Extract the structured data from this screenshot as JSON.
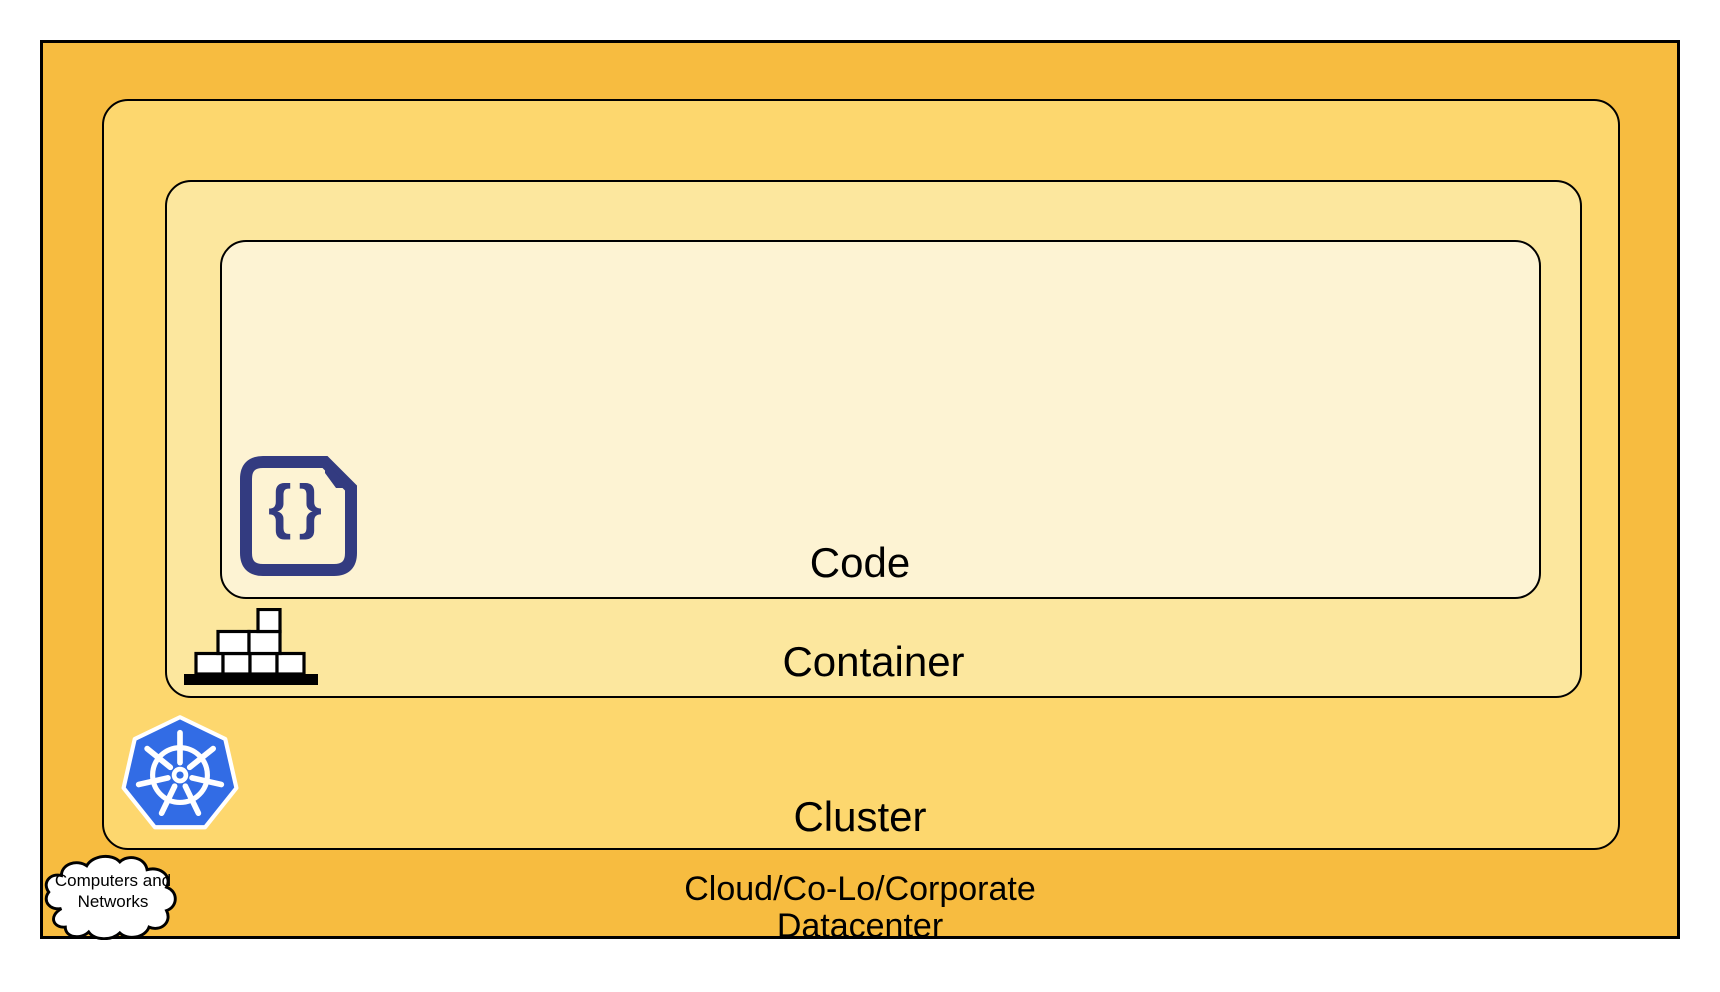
{
  "diagram": {
    "description": "Nested layers diagram",
    "layers": {
      "code": {
        "label": "Code",
        "fill": "#FDF3D3"
      },
      "container": {
        "label": "Container",
        "fill": "#FCE79E"
      },
      "cluster": {
        "label": "Cluster",
        "fill": "#FDD76E"
      },
      "datacenter": {
        "label_line1": "Cloud/Co-Lo/Corporate",
        "label_line2": "Datacenter",
        "fill": "#F7BC40"
      }
    },
    "cloud_callout": {
      "line1": "Computers and",
      "line2": "Networks"
    },
    "icons": {
      "code_file_braces": "{}",
      "code_file_icon": "document-with-curly-braces",
      "container_stack_icon": "stacked-shipping-containers",
      "kubernetes_icon": "kubernetes-helm-wheel",
      "cloud_icon": "cloud-computers-and-networks"
    },
    "colors": {
      "border": "#000000",
      "kubernetes_blue": "#326CE5",
      "code_icon_navy": "#333B80",
      "icon_box_white": "#FFFFFF"
    }
  }
}
